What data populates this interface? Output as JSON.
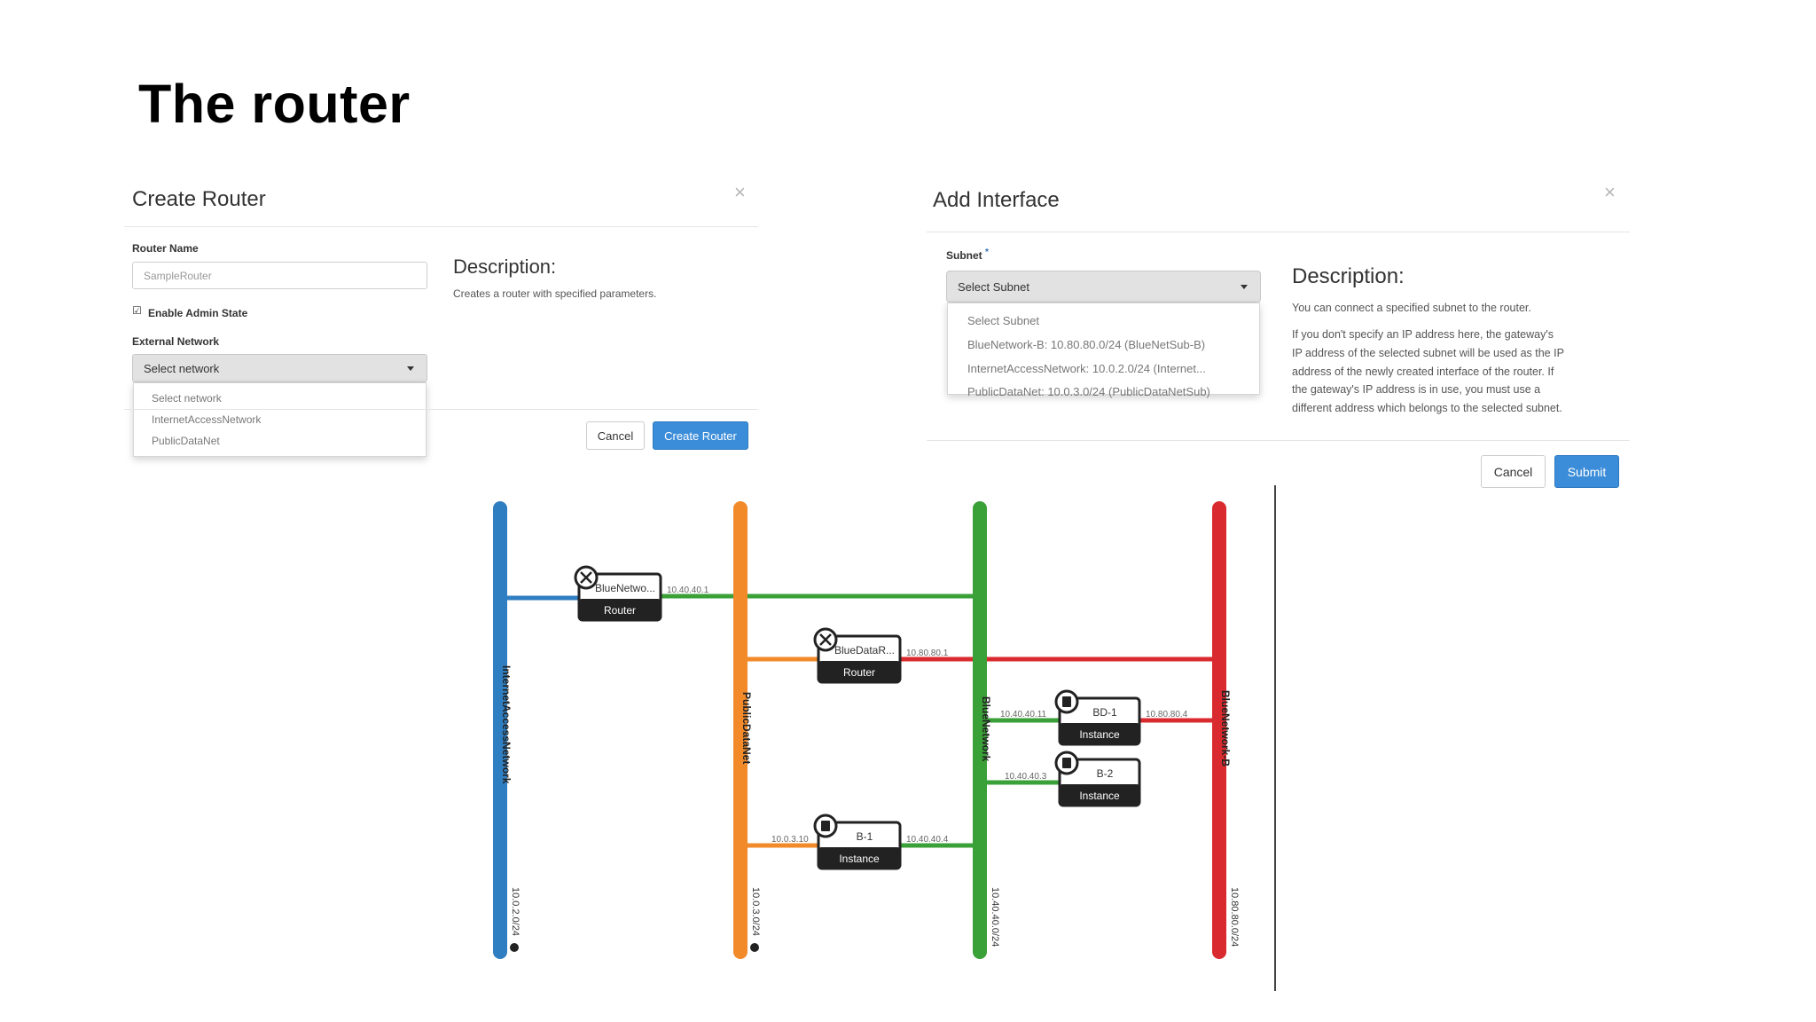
{
  "slide": {
    "title": "The router"
  },
  "create_router": {
    "title": "Create Router",
    "close": "×",
    "router_name_label": "Router Name",
    "router_name_value": "SampleRouter",
    "admin_state_label": "Enable Admin State",
    "admin_state_checked": "☑",
    "external_network_label": "External Network",
    "external_network_selected": "Select network",
    "dropdown_options": [
      "Select network",
      "InternetAccessNetwork",
      "PublicDataNet"
    ],
    "description_title": "Description:",
    "description_text": "Creates a router with specified parameters.",
    "cancel_label": "Cancel",
    "submit_label": "Create Router"
  },
  "add_interface": {
    "title": "Add Interface",
    "close": "×",
    "subnet_label": "Subnet",
    "required_mark": "*",
    "subnet_selected": "Select Subnet",
    "dropdown_options": [
      "Select Subnet",
      "BlueNetwork-B: 10.80.80.0/24 (BlueNetSub-B)",
      "InternetAccessNetwork: 10.0.2.0/24 (Internet...",
      "PublicDataNet: 10.0.3.0/24 (PublicDataNetSub)"
    ],
    "description_title": "Description:",
    "description_lines": [
      "You can connect a specified subnet to the router.",
      "If you don't specify an IP address here, the gateway's",
      "IP address of the selected subnet will be used as the IP",
      "address of the newly created interface of the router. If",
      "the gateway's IP address is in use, you must use a",
      "different address which belongs to the selected subnet."
    ],
    "cancel_label": "Cancel",
    "submit_label": "Submit"
  },
  "topology": {
    "networks": [
      {
        "name": "InternetAccessNetwork",
        "cidr": "10.0.2.0/24",
        "color": "#2f7ec1"
      },
      {
        "name": "PublicDataNet",
        "cidr": "10.0.3.0/24",
        "color": "#f28a2a"
      },
      {
        "name": "BlueNetwork",
        "cidr": "10.40.40.0/24",
        "color": "#3aa038"
      },
      {
        "name": "BlueNetwork-B",
        "cidr": "10.80.80.0/24",
        "color": "#d92b2f"
      }
    ],
    "nodes": [
      {
        "name": "BlueNetwo...",
        "type": "Router"
      },
      {
        "name": "BlueDataR...",
        "type": "Router"
      },
      {
        "name": "BD-1",
        "type": "Instance"
      },
      {
        "name": "B-2",
        "type": "Instance"
      },
      {
        "name": "B-1",
        "type": "Instance"
      }
    ],
    "ip_labels": [
      "10.40.40.1",
      "10.80.80.1",
      "10.40.40.11",
      "10.80.80.4",
      "10.40.40.3",
      "10.0.3.10",
      "10.40.40.4"
    ]
  }
}
